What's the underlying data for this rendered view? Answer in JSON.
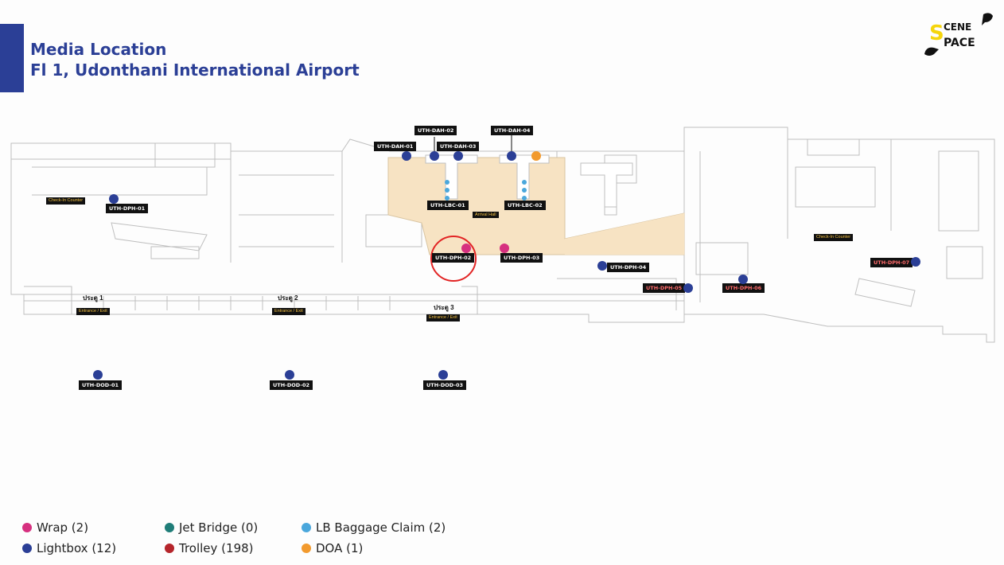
{
  "header": {
    "title_line1": "Media Location",
    "title_line2": "Fl 1, Udonthani International Airport"
  },
  "logo": {
    "top": "CENE",
    "bottom": "PACE",
    "letter": "S",
    "color": "#f5d50c"
  },
  "map": {
    "labels": {
      "dah01": "UTH-DAH-01",
      "dah02": "UTH-DAH-02",
      "dah03": "UTH-DAH-03",
      "dah04": "UTH-DAH-04",
      "lbc01": "UTH-LBC-01",
      "lbc02": "UTH-LBC-02",
      "dph01": "UTH-DPH-01",
      "dph02": "UTH-DPH-02",
      "dph03": "UTH-DPH-03",
      "dph04": "UTH-DPH-04",
      "dph05": "UTH-DPH-05",
      "dph06": "UTH-DPH-06",
      "dph07": "UTH-DPH-07",
      "dod01": "UTH-DOD-01",
      "dod02": "UTH-DOD-02",
      "dod03": "UTH-DOD-03"
    },
    "arrival_hall": "Arrival Hall",
    "checkin_left": "Check-In Counter",
    "checkin_right": "Check-In Counter",
    "gate1": "ประตู 1",
    "gate2": "ประตู 2",
    "gate3": "ประตู 3",
    "entrance": "Entrance / Exit"
  },
  "legend": [
    {
      "label": "Wrap (2)",
      "color": "#d6307f"
    },
    {
      "label": "Lightbox (12)",
      "color": "#2b3f96"
    },
    {
      "label": "Jet Bridge (0)",
      "color": "#1f7d78"
    },
    {
      "label": "Trolley (198)",
      "color": "#b5252b"
    },
    {
      "label": "LB Baggage Claim (2)",
      "color": "#4aa7dc"
    },
    {
      "label": "DOA (1)",
      "color": "#f29a2e"
    }
  ]
}
